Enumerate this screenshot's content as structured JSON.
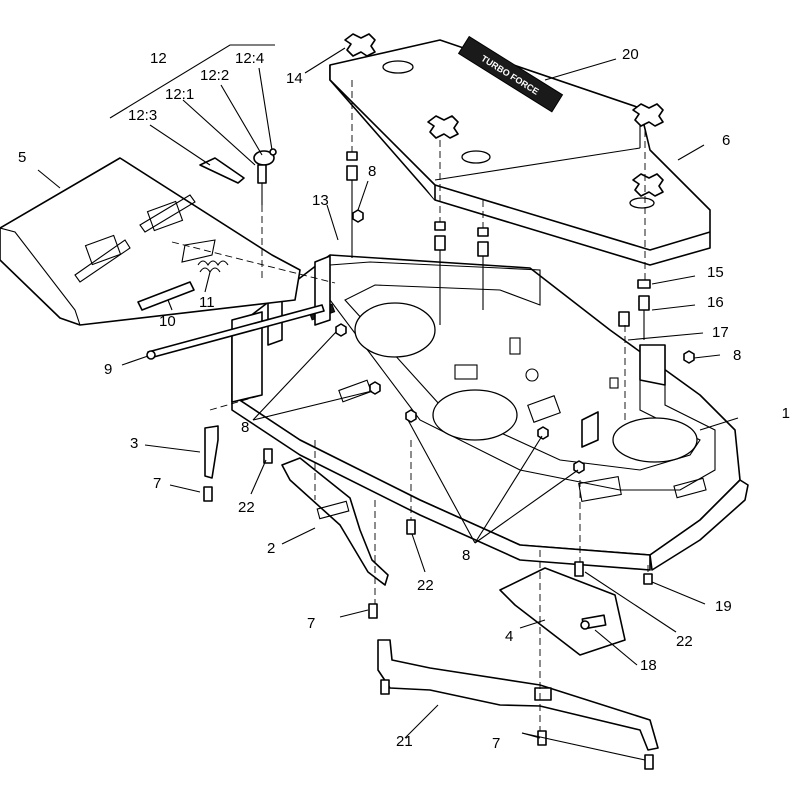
{
  "callouts": {
    "c1": "1",
    "c2": "2",
    "c3": "3",
    "c4": "4",
    "c5": "5",
    "c6": "6",
    "c7a": "7",
    "c7b": "7",
    "c7c": "7",
    "c8a": "8",
    "c8b": "8",
    "c8c": "8",
    "c8d": "8",
    "c9": "9",
    "c10": "10",
    "c11": "11",
    "c12": "12",
    "c12_1": "12:1",
    "c12_2": "12:2",
    "c12_3": "12:3",
    "c12_4": "12:4",
    "c13": "13",
    "c14": "14",
    "c15": "15",
    "c16": "16",
    "c17": "17",
    "c18": "18",
    "c19": "19",
    "c20": "20",
    "c21": "21",
    "c22a": "22",
    "c22b": "22",
    "c22c": "22"
  },
  "decal_text": "TURBO FORCE"
}
